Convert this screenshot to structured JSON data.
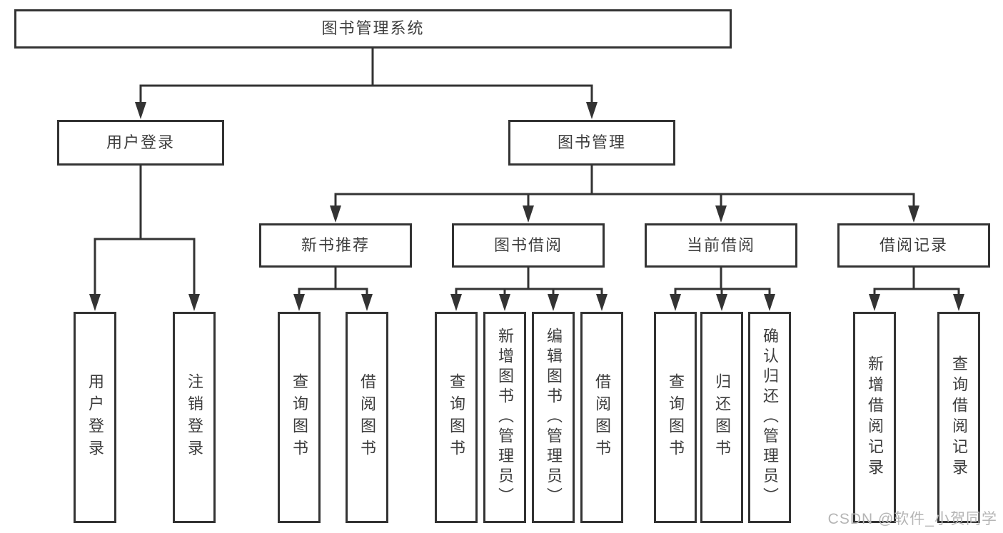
{
  "colors": {
    "line": "#333333",
    "node_border": "#333333",
    "node_text": "#3d3d3d",
    "background": "#ffffff",
    "watermark": "#b5b5b5"
  },
  "watermark": {
    "text": "CSDN @软件_小贺同学"
  },
  "tree": {
    "root": "图书管理系统",
    "branches": [
      {
        "label": "用户登录",
        "children": [
          "用户登录",
          "注销登录"
        ]
      },
      {
        "label": "图书管理",
        "children": [
          {
            "label": "新书推荐",
            "children": [
              "查询图书",
              "借阅图书"
            ]
          },
          {
            "label": "图书借阅",
            "children": [
              "查询图书",
              "新增图书（管理员）",
              "编辑图书（管理员）",
              "借阅图书"
            ]
          },
          {
            "label": "当前借阅",
            "children": [
              "查询图书",
              "归还图书",
              "确认归还（管理员）"
            ]
          },
          {
            "label": "借阅记录",
            "children": [
              "新增借阅记录",
              "查询借阅记录"
            ]
          }
        ]
      }
    ]
  }
}
